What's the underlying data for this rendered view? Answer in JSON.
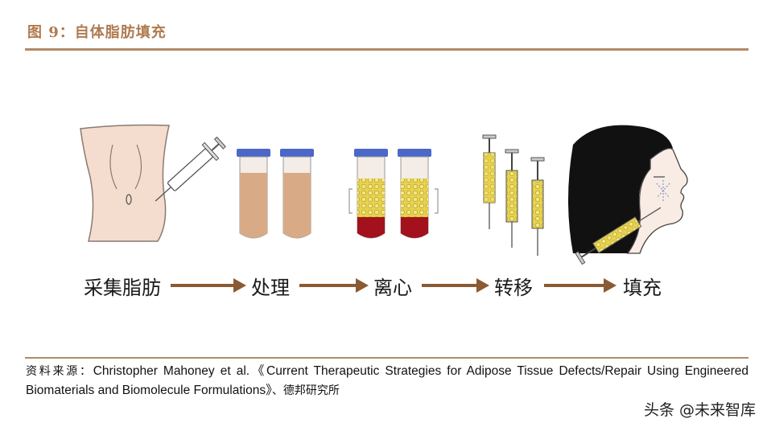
{
  "figure": {
    "title": "图 9：自体脂肪填充"
  },
  "steps": [
    {
      "label": "采集脂肪",
      "icon": "abdomen-syringe-icon"
    },
    {
      "label": "处理",
      "icon": "plain-fat-tubes-icon"
    },
    {
      "label": "离心",
      "icon": "centrifuged-tubes-icon"
    },
    {
      "label": "转移",
      "icon": "loaded-syringes-icon"
    },
    {
      "label": "填充",
      "icon": "face-injection-icon"
    }
  ],
  "colors": {
    "title": "#b07a4f",
    "rule": "#b08a68",
    "arrow": "#8a5a33",
    "tube_cap": "#4a67c9",
    "fat_plain": "#d8aa86",
    "fat_yellow": "#e6d24e",
    "blood": "#a3121c",
    "skin": "#f4ddce"
  },
  "source": {
    "label": "资料来源：",
    "text": "Christopher Mahoney et al.《Current Therapeutic Strategies for Adipose Tissue Defects/Repair Using Engineered Biomaterials and Biomolecule Formulations》",
    "suffix": "、德邦研究所"
  },
  "watermark": "头条 @未来智库"
}
